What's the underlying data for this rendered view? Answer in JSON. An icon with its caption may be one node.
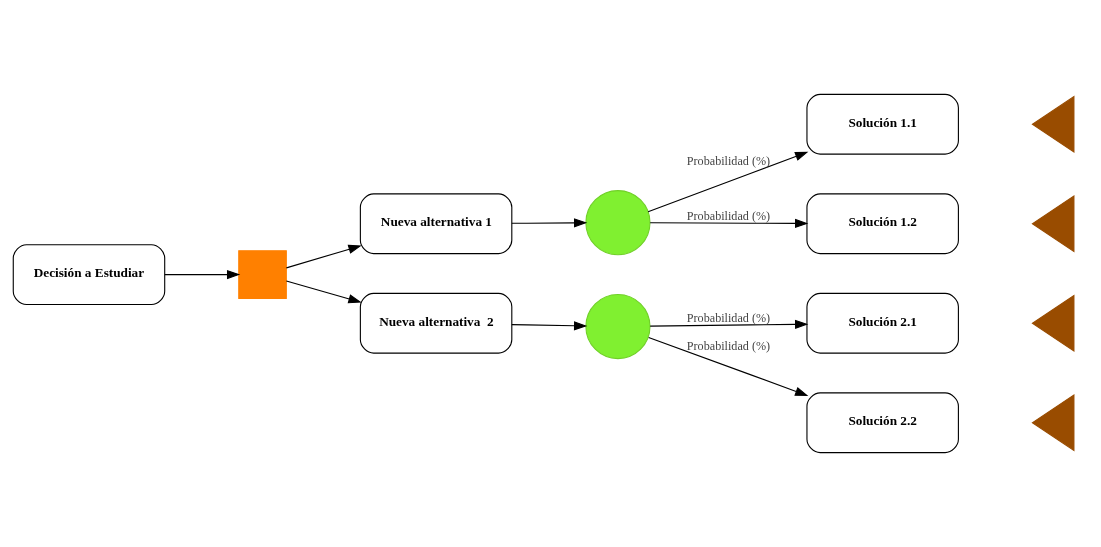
{
  "diagram": {
    "nodes": [
      {
        "text": [
          "Decisión a Estudiar"
        ]
      },
      {
        "text": [],
        "shape": "box"
      },
      {
        "text": [
          "Nueva alternativa 1"
        ]
      },
      {
        "text": [
          "Nueva alternativa  2"
        ]
      },
      {
        "text": [],
        "shape": "circle"
      },
      {
        "text": [],
        "shape": "circle"
      },
      {
        "text": [
          "Solución 1.1"
        ]
      },
      {
        "text": [
          "Solución 1.2"
        ]
      },
      {
        "text": [
          "Solución 2.1"
        ]
      },
      {
        "text": [
          "Solución 2.2"
        ]
      },
      {
        "text": [],
        "shape": "triangle"
      },
      {
        "text": [],
        "shape": "triangle"
      },
      {
        "text": [],
        "shape": "triangle"
      },
      {
        "text": [],
        "shape": "triangle"
      }
    ],
    "edges": [
      {
        "from": 0,
        "to": 1,
        "arrow": "to"
      },
      {
        "from": 1,
        "to": 2,
        "arrow": "to"
      },
      {
        "from": 1,
        "to": 3,
        "arrow": "to"
      },
      {
        "from": 2,
        "to": 4,
        "arrow": "to"
      },
      {
        "from": 3,
        "to": 5,
        "arrow": "to"
      },
      {
        "from": 4,
        "to": 6,
        "arrow": "to",
        "label": "Probabilidad (%)"
      },
      {
        "from": 4,
        "to": 7,
        "arrow": "to",
        "label": "Probabilidad (%)"
      },
      {
        "from": 5,
        "to": 8,
        "arrow": "to",
        "label": "Probabilidad (%)"
      },
      {
        "from": 5,
        "to": 9,
        "arrow": "to",
        "label": "Probabilidad (%)"
      }
    ]
  }
}
